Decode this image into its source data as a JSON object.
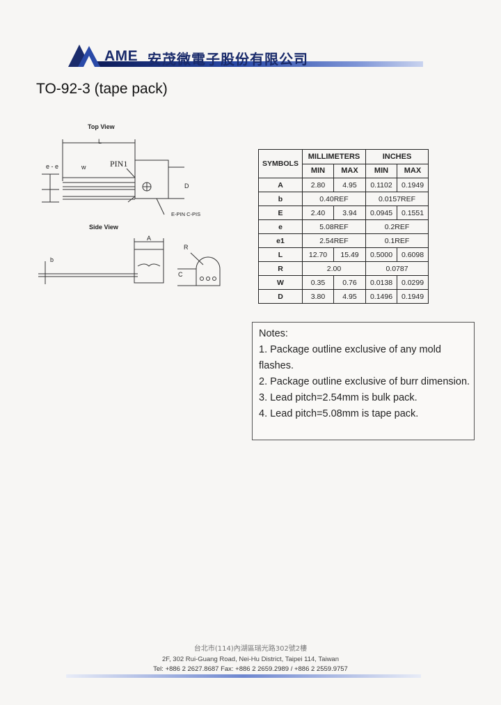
{
  "header": {
    "brand_name": "AME",
    "brand_cn": "安茂微電子股份有限公司"
  },
  "title": "TO-92-3 (tape pack)",
  "diagram": {
    "top_view_label": "Top View",
    "side_view_label": "Side View",
    "pin1_label": "PIN1",
    "label_L": "L",
    "label_e": "e",
    "label_e_e": "e - e",
    "label_w": "w",
    "label_D": "D",
    "label_epin": "E-PIN C-PIS",
    "label_A": "A",
    "label_b": "b",
    "label_R": "R",
    "label_C": "C"
  },
  "table": {
    "header_symbols": "SYMBOLS",
    "header_mm": "MILLIMETERS",
    "header_in": "INCHES",
    "sub_min": "MIN",
    "sub_max": "MAX",
    "rows": [
      {
        "sym": "A",
        "mm_min": "2.80",
        "mm_max": "4.95",
        "in_min": "0.1102",
        "in_max": "0.1949"
      },
      {
        "sym": "b",
        "mm_ref": "0.40REF",
        "in_ref": "0.0157REF"
      },
      {
        "sym": "E",
        "mm_min": "2.40",
        "mm_max": "3.94",
        "in_min": "0.0945",
        "in_max": "0.1551"
      },
      {
        "sym": "e",
        "mm_ref": "5.08REF",
        "in_ref": "0.2REF"
      },
      {
        "sym": "e1",
        "mm_ref": "2.54REF",
        "in_ref": "0.1REF"
      },
      {
        "sym": "L",
        "mm_min": "12.70",
        "mm_max": "15.49",
        "in_min": "0.5000",
        "in_max": "0.6098"
      },
      {
        "sym": "R",
        "mm_ref": "2.00",
        "in_ref": "0.0787"
      },
      {
        "sym": "W",
        "mm_min": "0.35",
        "mm_max": "0.76",
        "in_min": "0.0138",
        "in_max": "0.0299"
      },
      {
        "sym": "D",
        "mm_min": "3.80",
        "mm_max": "4.95",
        "in_min": "0.1496",
        "in_max": "0.1949"
      }
    ]
  },
  "notes": {
    "title": "Notes:",
    "lines": [
      "1. Package outline exclusive of any mold",
      "flashes.",
      "2. Package outline exclusive of burr dimension.",
      "3. Lead pitch=2.54mm is bulk pack.",
      "4. Lead pitch=5.08mm is tape pack."
    ]
  },
  "footer": {
    "cn_address": "台北市(114)內湖區瑞光路302號2樓",
    "address": "2F, 302 Rui-Guang Road, Nei-Hu District, Taipei 114, Taiwan",
    "phone": "Tel: +886 2 2627.8687  Fax: +886 2 2659.2989 / +886 2 2559.9757"
  },
  "colors": {
    "brand": "#1a2b6b",
    "bar_dark": "#0d1b56",
    "bar_light": "#c9d3ef"
  }
}
